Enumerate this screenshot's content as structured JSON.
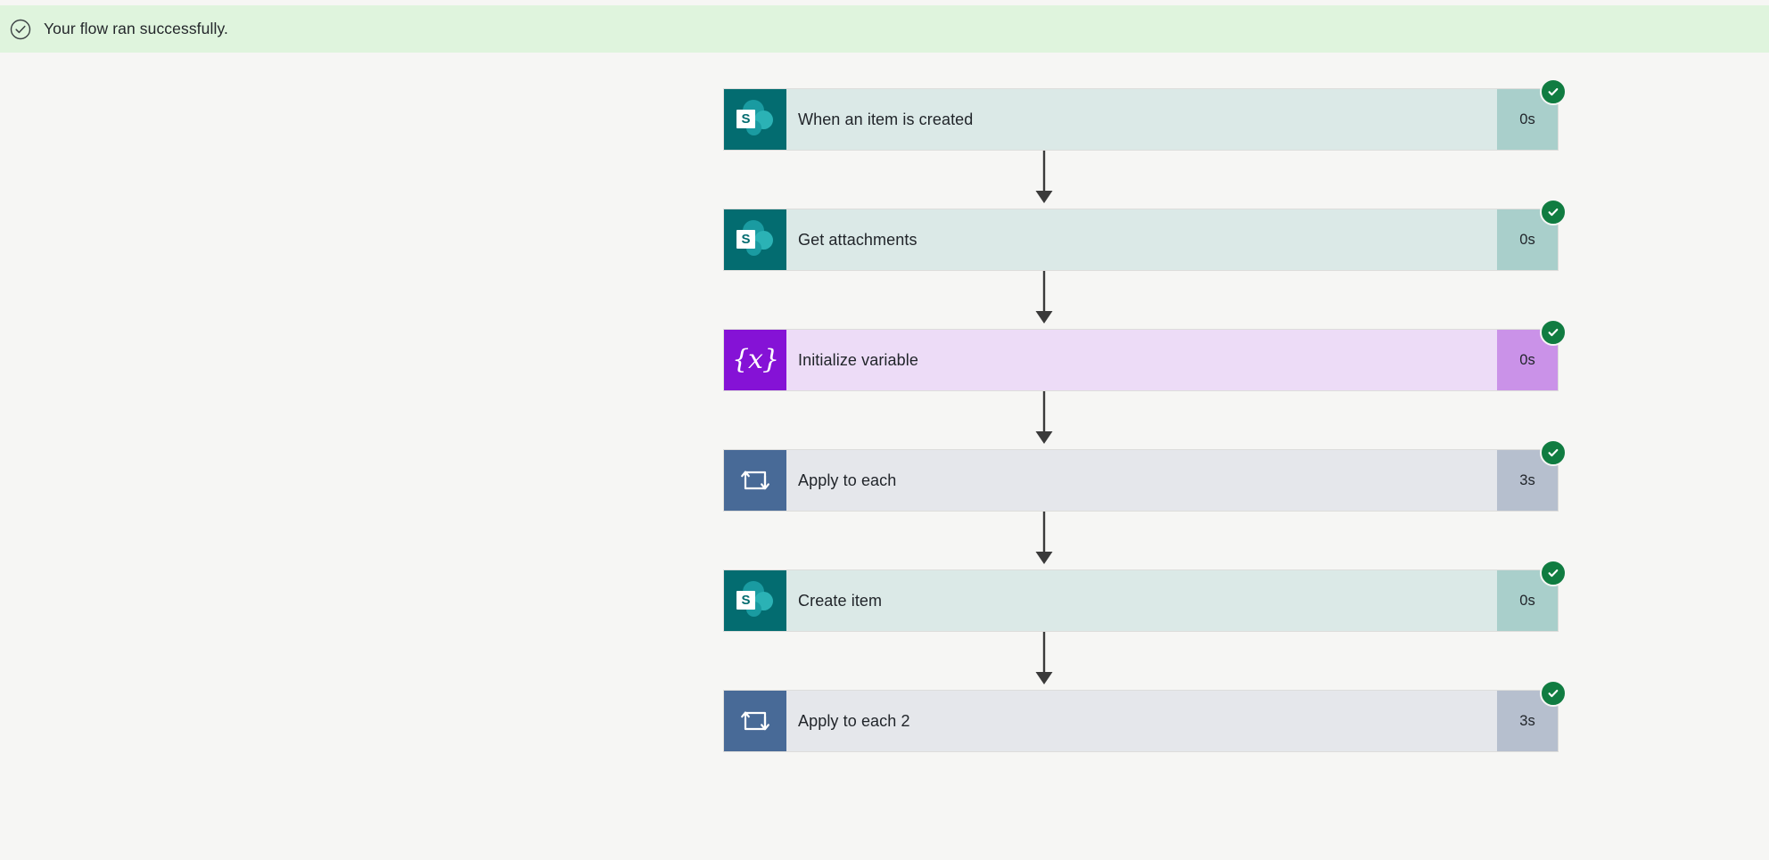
{
  "banner": {
    "icon": "check-circle-icon",
    "message": "Your flow ran successfully.",
    "background_color": "#dff4dd",
    "text_color": "#24272b"
  },
  "canvas": {
    "background_color": "#f6f6f4"
  },
  "flow": {
    "connector_icon": "arrow-down-icon",
    "status_icon": "check-badge-icon",
    "status_color": "#107c41",
    "steps": [
      {
        "title": "When an item is created",
        "duration": "0s",
        "status": "succeeded",
        "icon": "sharepoint-icon",
        "icon_letter": "S",
        "theme": "sharepoint",
        "icon_color": "#036c70",
        "body_color": "#dbe9e7",
        "duration_color": "#a9cfcb"
      },
      {
        "title": "Get attachments",
        "duration": "0s",
        "status": "succeeded",
        "icon": "sharepoint-icon",
        "icon_letter": "S",
        "theme": "sharepoint",
        "icon_color": "#036c70",
        "body_color": "#dbe9e7",
        "duration_color": "#a9cfcb"
      },
      {
        "title": "Initialize variable",
        "duration": "0s",
        "status": "succeeded",
        "icon": "variable-braces-icon",
        "icon_glyph": "{x}",
        "theme": "variable",
        "icon_color": "#8512d6",
        "body_color": "#eddcf7",
        "duration_color": "#ca92e8"
      },
      {
        "title": "Apply to each",
        "duration": "3s",
        "status": "succeeded",
        "icon": "loop-repeat-icon",
        "theme": "control",
        "icon_color": "#486a97",
        "body_color": "#e5e7eb",
        "duration_color": "#b6bfce"
      },
      {
        "title": "Create item",
        "duration": "0s",
        "status": "succeeded",
        "icon": "sharepoint-icon",
        "icon_letter": "S",
        "theme": "sharepoint",
        "icon_color": "#036c70",
        "body_color": "#dbe9e7",
        "duration_color": "#a9cfcb"
      },
      {
        "title": "Apply to each 2",
        "duration": "3s",
        "status": "succeeded",
        "icon": "loop-repeat-icon",
        "theme": "control",
        "icon_color": "#486a97",
        "body_color": "#e5e7eb",
        "duration_color": "#b6bfce"
      }
    ]
  }
}
